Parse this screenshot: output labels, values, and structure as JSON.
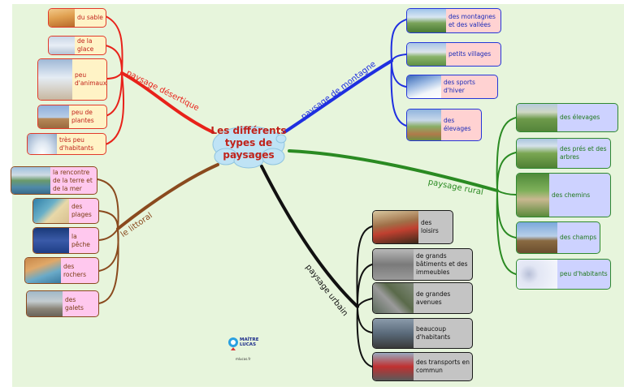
{
  "title": "Les différents types de paysages",
  "branches": {
    "desert": {
      "label": "paysage désertique",
      "color": "#e8221a",
      "items": [
        "du sable",
        "de la glace",
        "peu d'animaux",
        "peu de plantes",
        "très peu d'habitants"
      ]
    },
    "mountain": {
      "label": "paysage de montagne",
      "color": "#1f2fe0",
      "items": [
        "des montagnes et des vallées",
        "petits villages",
        "des sports d'hiver",
        "des élevages"
      ]
    },
    "rural": {
      "label": "paysage rural",
      "color": "#2a8a22",
      "items": [
        "des élevages",
        "des prés et des arbres",
        "des chemins",
        "des champs",
        "peu d'habitants"
      ]
    },
    "coast": {
      "label": "le littoral",
      "color": "#8a4a1e",
      "items": [
        "la rencontre de la terre et de la mer",
        "des plages",
        "la pêche",
        "des rochers",
        "des galets"
      ]
    },
    "urban": {
      "label": "paysage urbain",
      "color": "#111111",
      "items": [
        "des loisirs",
        "de grands bâtiments et des immeubles",
        "de grandes avenues",
        "beaucoup d'habitants",
        "des transports en commun"
      ]
    }
  },
  "logo": {
    "name": "MAÎTRE LUCAS",
    "url": "mlucas.fr"
  }
}
